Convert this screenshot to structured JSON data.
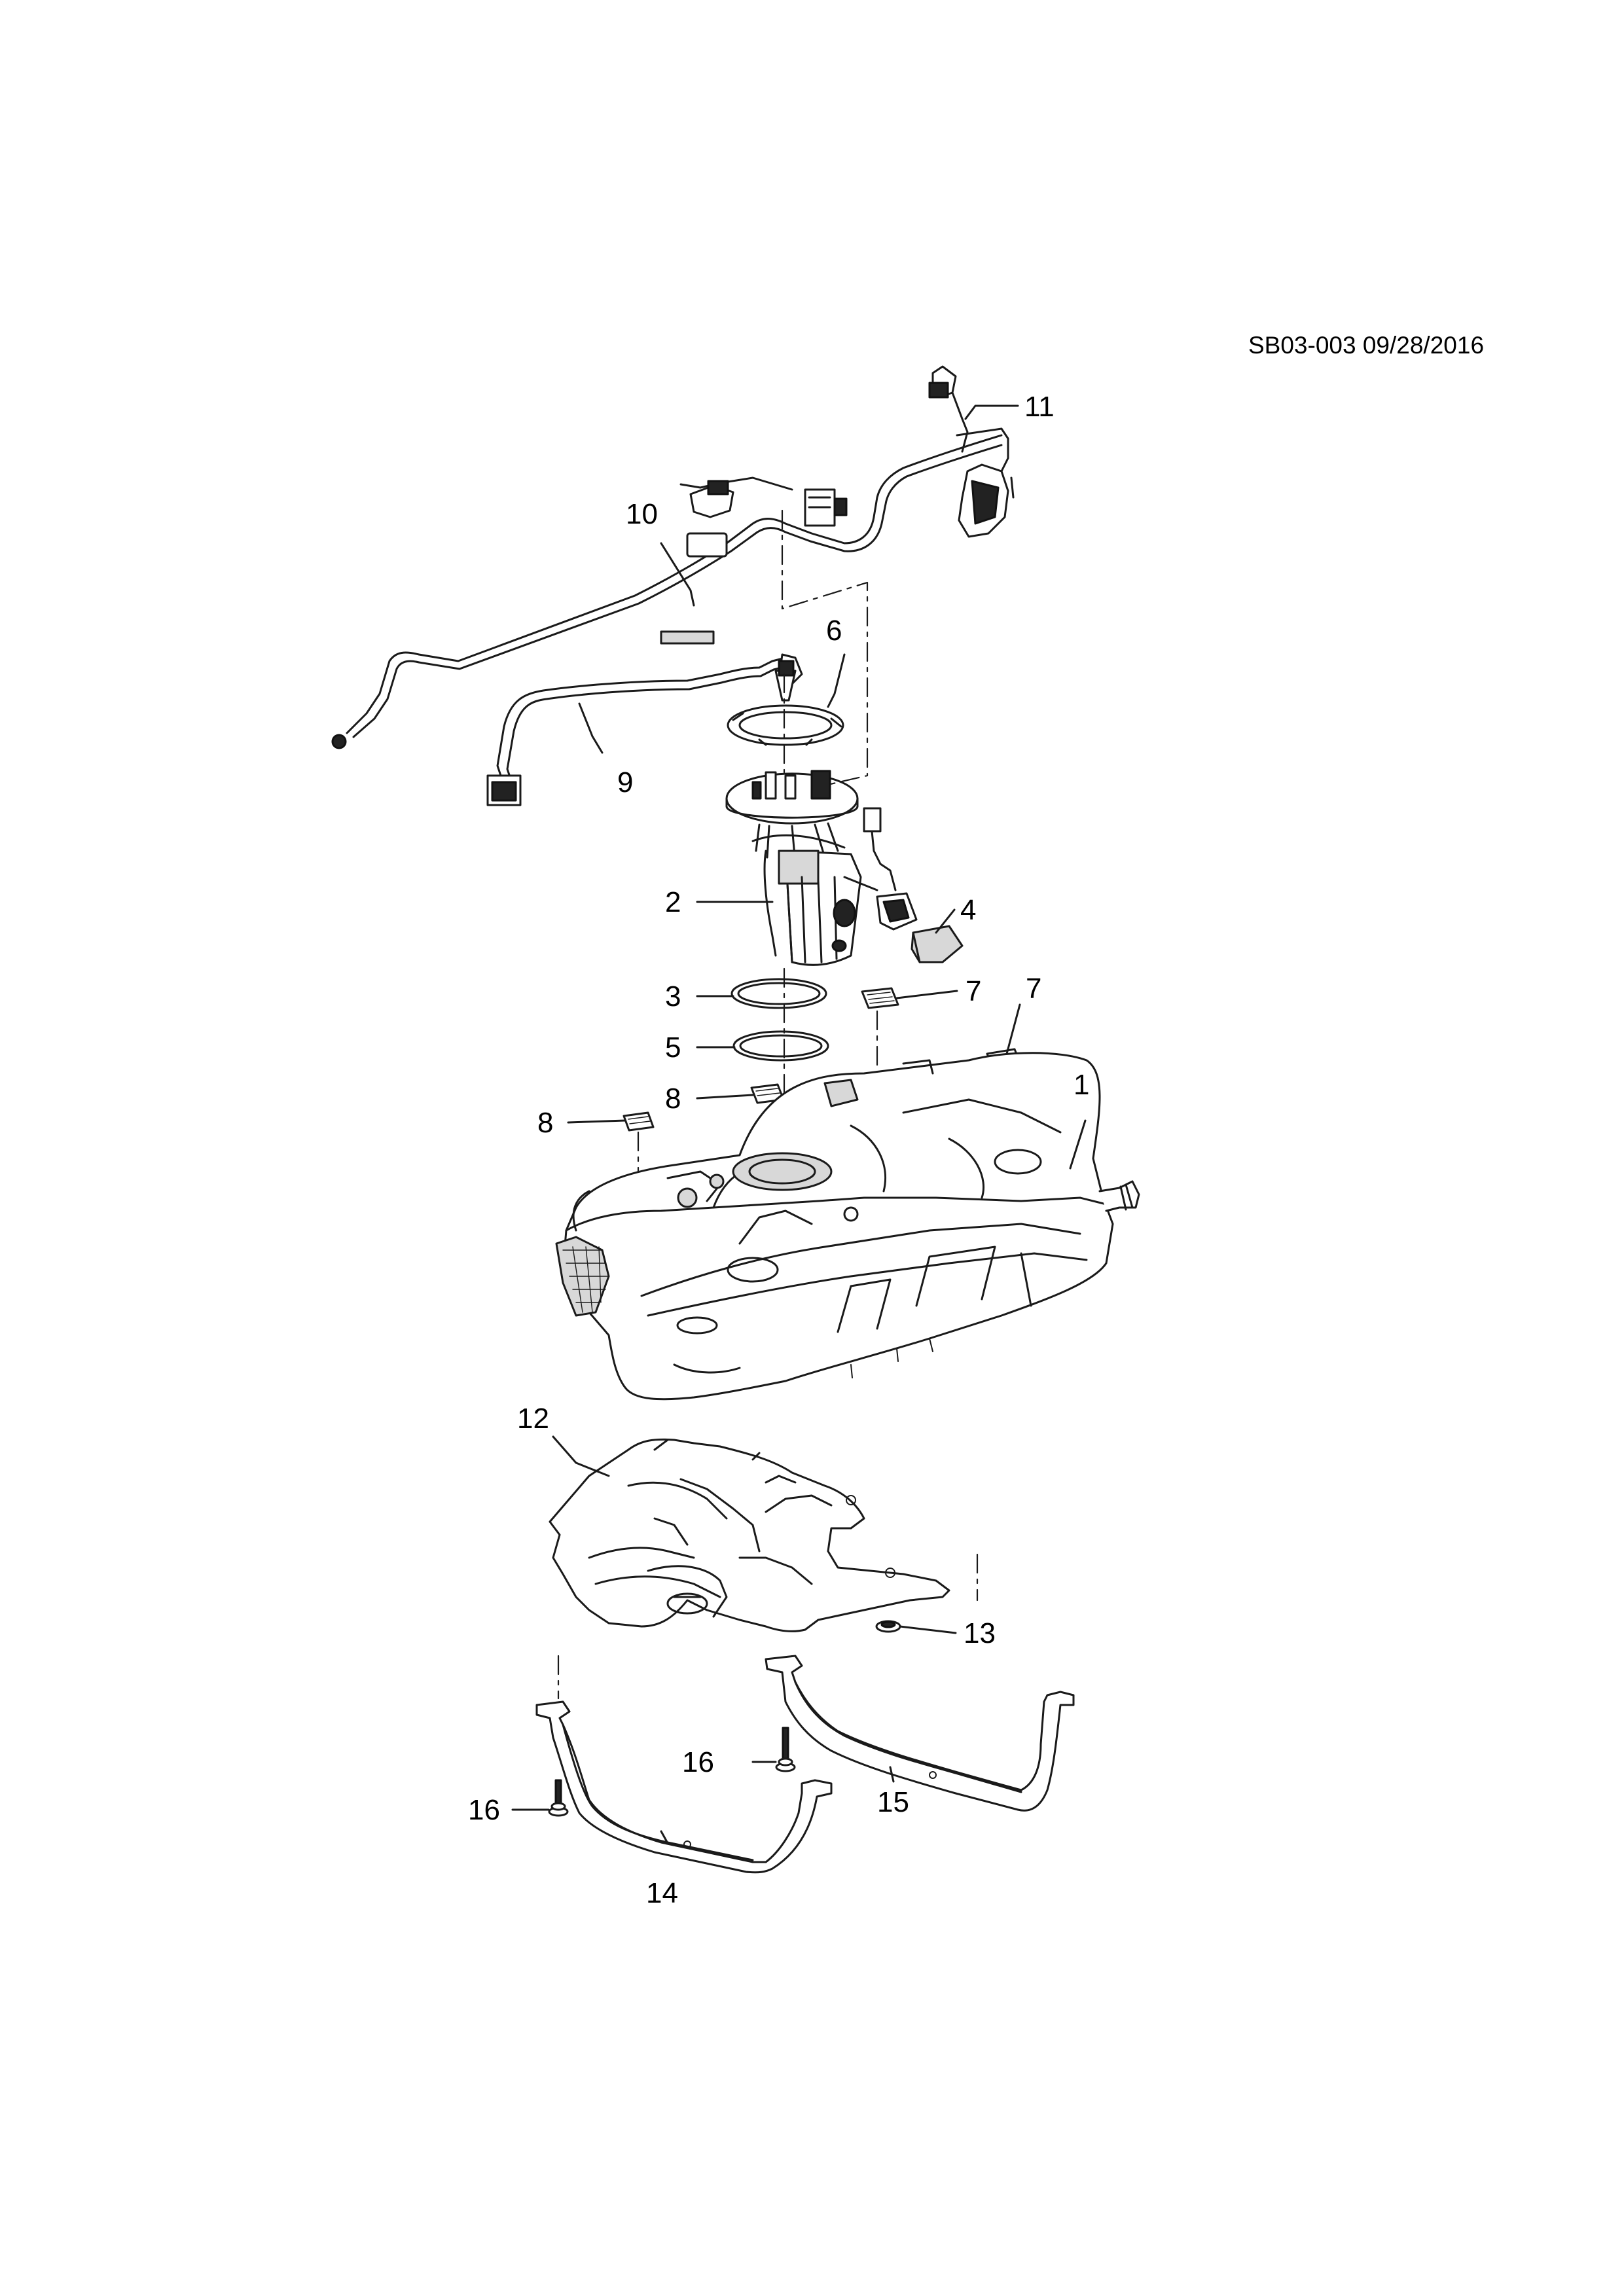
{
  "reference": "SB03-003 09/28/2016",
  "callouts": {
    "c1": "1",
    "c2": "2",
    "c3": "3",
    "c4": "4",
    "c5": "5",
    "c6": "6",
    "c7a": "7",
    "c7b": "7",
    "c8a": "8",
    "c8b": "8",
    "c9": "9",
    "c10": "10",
    "c11": "11",
    "c12": "12",
    "c13": "13",
    "c14": "14",
    "c15": "15",
    "c16a": "16",
    "c16b": "16"
  }
}
